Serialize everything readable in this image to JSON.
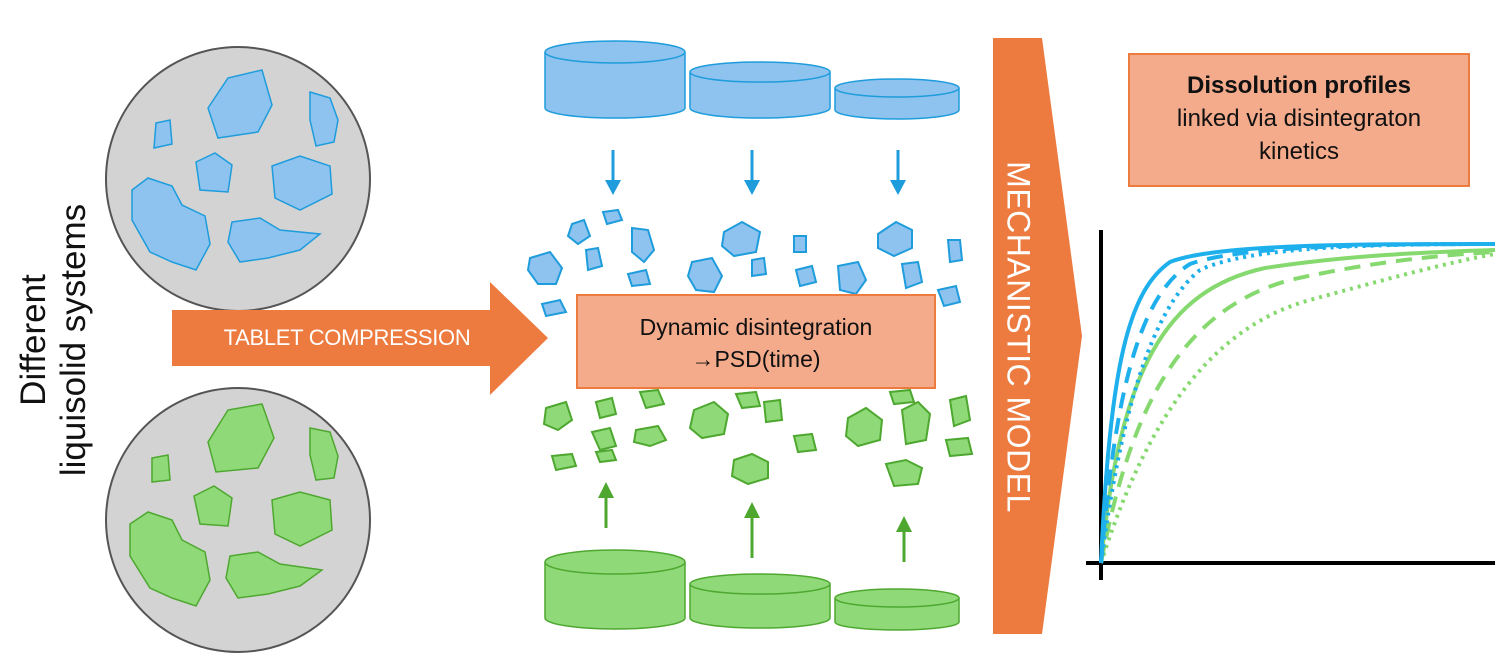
{
  "side_label": {
    "line1": "Different",
    "line2": "liquisolid systems"
  },
  "compression_arrow": {
    "label": "TABLET COMPRESSION"
  },
  "disintegration_box": {
    "line1": "Dynamic disintegration",
    "line2": "→PSD(time)"
  },
  "model_arrow": {
    "label": "MECHANISTIC MODEL"
  },
  "dissolution_box": {
    "title": "Dissolution profiles",
    "line1": "linked via disintegraton",
    "line2": "kinetics"
  },
  "colors": {
    "blue_fill": "#8ec3ef",
    "blue_stroke": "#1e9cdc",
    "green_fill": "#8fd978",
    "green_stroke": "#4ea830",
    "orange": "#ed7a3e",
    "salmon": "#f4ab8c",
    "gray_circle": "#d3d3d3"
  },
  "curves": {
    "blue": [
      "solid",
      "dashed",
      "dotted"
    ],
    "green": [
      "solid",
      "dashed",
      "dotted"
    ]
  }
}
